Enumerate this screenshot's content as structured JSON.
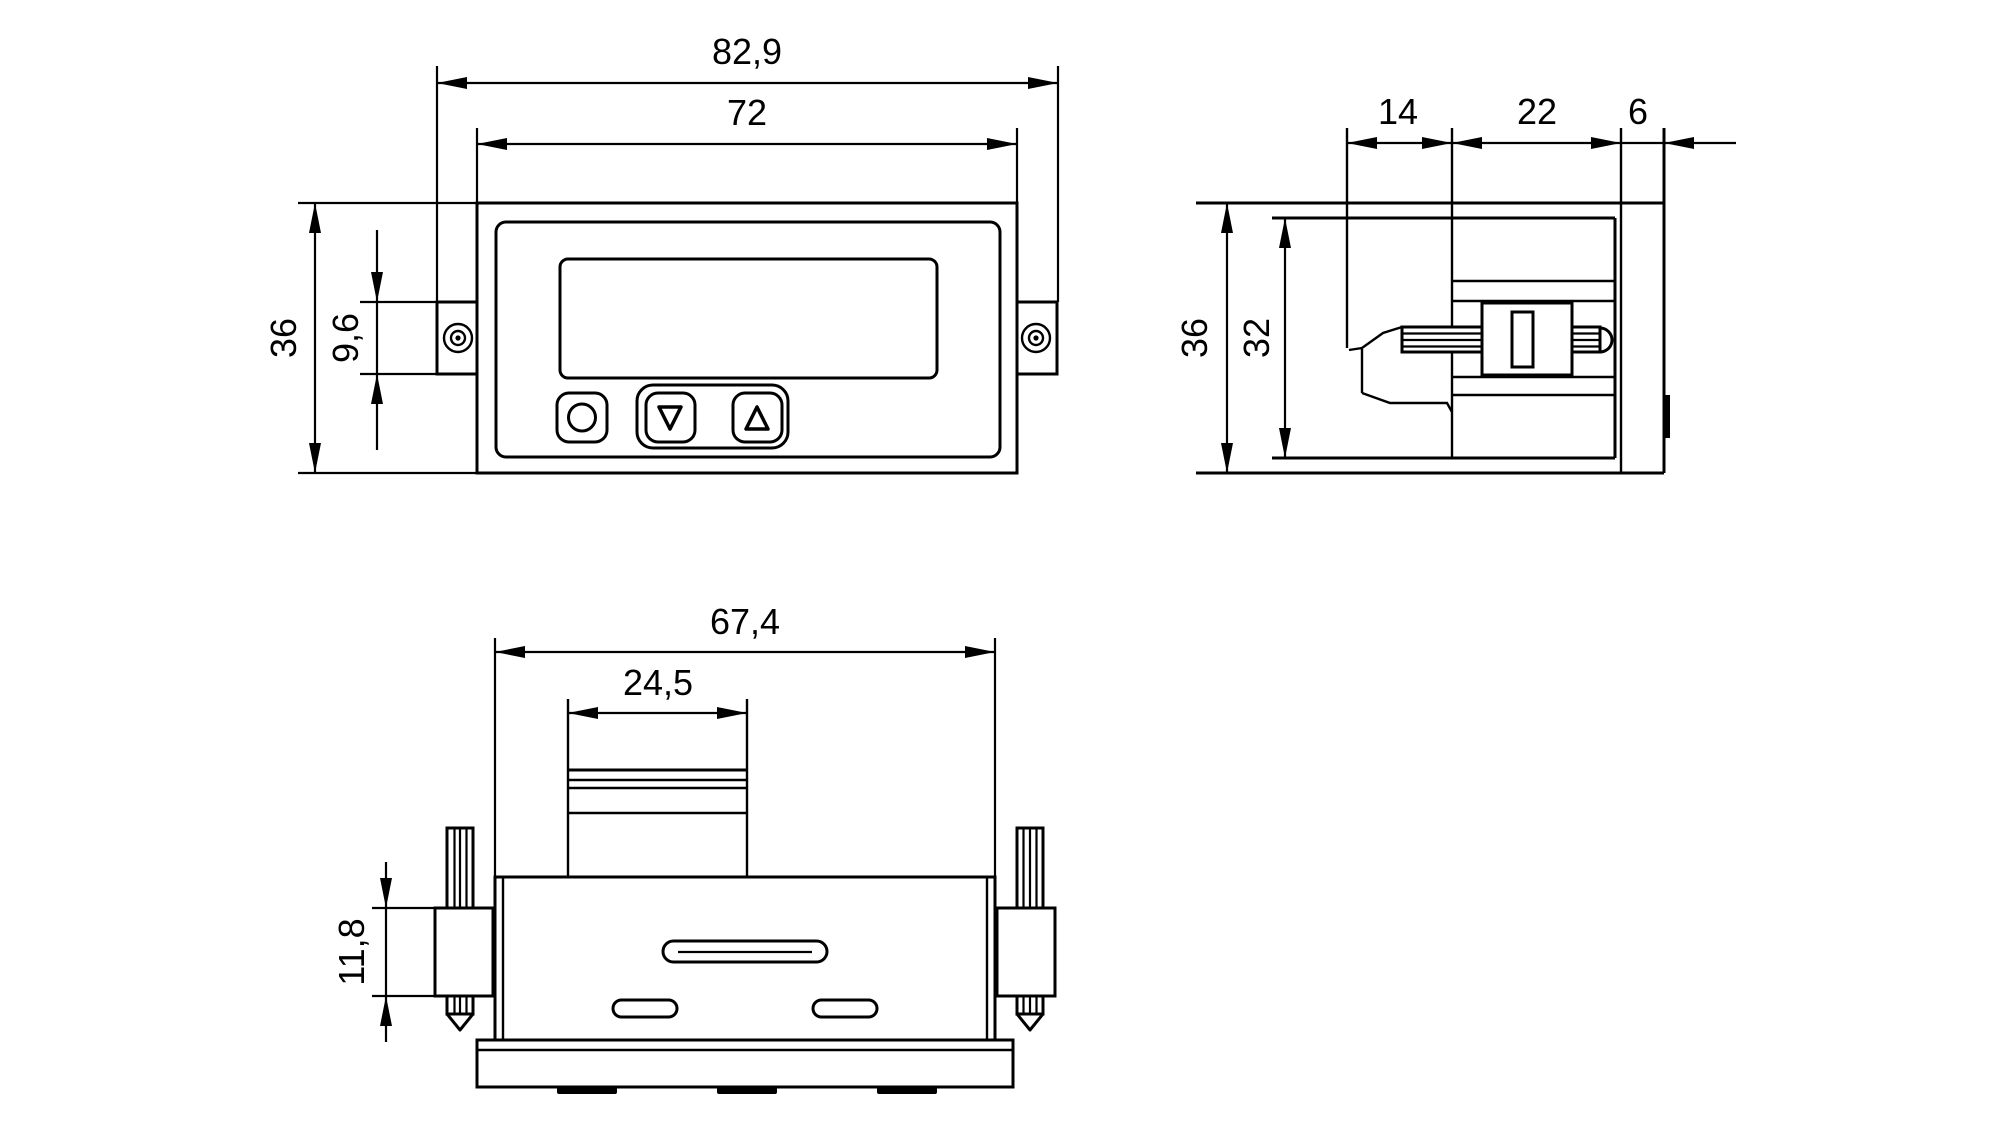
{
  "drawing": {
    "type": "technical-dimension-drawing",
    "views": {
      "front": "front view with display and buttons",
      "side": "side view with panel clamp screw",
      "bottom": "bottom view with terminal block and clamp screws"
    }
  },
  "colors": {
    "line": "#000000",
    "background": "#ffffff"
  },
  "dimensions": {
    "front_overall_width": "82,9",
    "front_body_width": "72",
    "front_height": "36",
    "front_bracket_height": "9,6",
    "side_rear_depth": "14",
    "side_mid_depth": "22",
    "side_bezel_depth": "6",
    "side_height": "36",
    "side_body_height": "32",
    "bottom_body_width": "67,4",
    "bottom_terminal_width": "24,5",
    "bottom_clamp_height": "11,8"
  }
}
